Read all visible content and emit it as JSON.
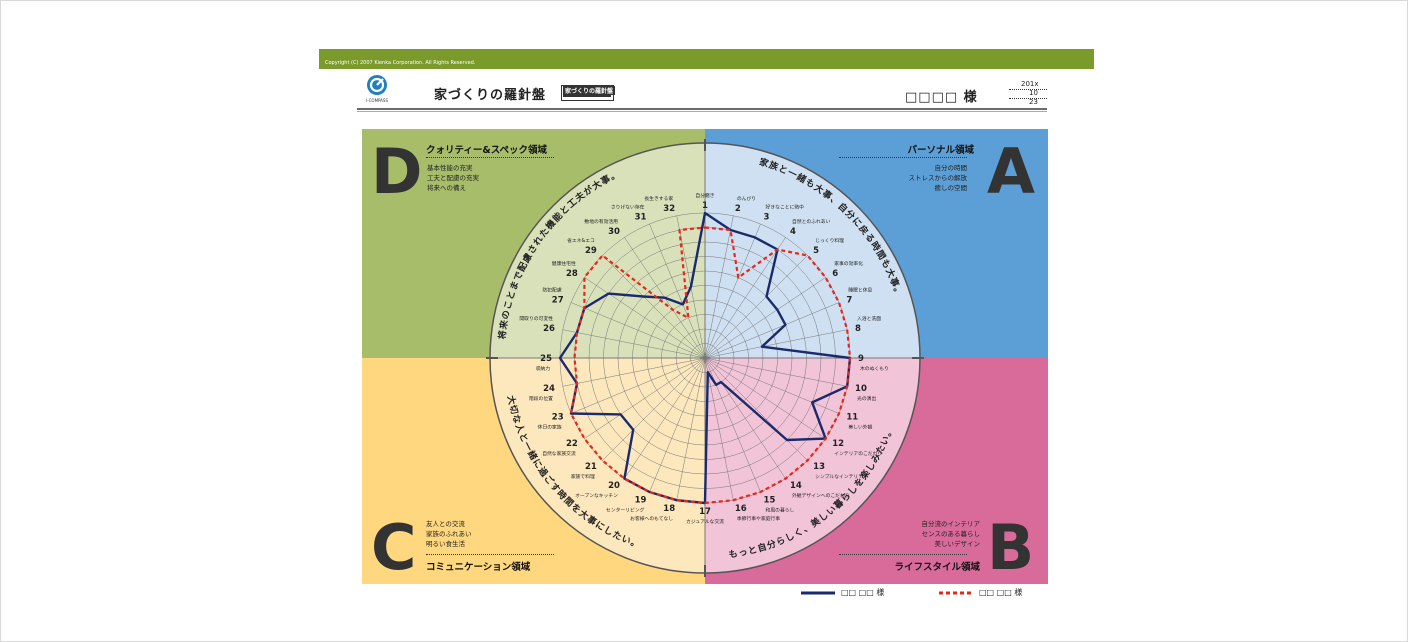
{
  "header": {
    "copyright": "Copyright (C) 2007 Kienka Corporation. All Rights Reserved.",
    "logo_text": "I-COMPASS",
    "title": "家づくりの羅針盤",
    "subtitle_top": "家づくりの羅針盤",
    "subtitle_bottom": "I-COMPASS",
    "customer": "□□□□ 様",
    "date_year": "201x",
    "date_month": "10",
    "date_day": "23"
  },
  "quadrants": {
    "A": {
      "letter": "A",
      "title": "パーソナル領域",
      "items": [
        "自分の時間",
        "ストレスからの解放",
        "癒しの空間"
      ],
      "color": "#5b9fd6",
      "inner": "#cfe0f2",
      "arc_text": "家族と一緒も大事、自分に戻る時間も大事。"
    },
    "B": {
      "letter": "B",
      "title": "ライフスタイル領域",
      "items": [
        "自分流のインテリア",
        "センスのある暮らし",
        "美しいデザイン"
      ],
      "color": "#d96b9b",
      "inner": "#f1c4d8",
      "arc_text": "もっと自分らしく、美しい暮らしを楽しみたい。"
    },
    "C": {
      "letter": "C",
      "title": "コミュニケーション領域",
      "items": [
        "友人との交流",
        "家族のふれあい",
        "明るい食生活"
      ],
      "color": "#ffd77e",
      "inner": "#fde7bd",
      "arc_text": "大切な人と一緒に過ごす時間を大事にしたい。"
    },
    "D": {
      "letter": "D",
      "title": "クォリティー&スペック領域",
      "items": [
        "基本性能の充実",
        "工夫と配慮の充実",
        "将来への備え"
      ],
      "color": "#a8bd6a",
      "inner": "#d9e1bb",
      "arc_text": "将来のことまで配慮された機能と工夫が大事。"
    }
  },
  "legend": {
    "series1_label": "□□ □□ 様",
    "series2_label": "□□ □□ 様"
  },
  "chart_data": {
    "type": "radar",
    "title": "家づくりの羅針盤",
    "rlim": [
      0,
      10
    ],
    "grid": true,
    "categories": [
      {
        "n": "1",
        "label": "自分磨き"
      },
      {
        "n": "2",
        "label": "のんびり"
      },
      {
        "n": "3",
        "label": "好きなことに熱中"
      },
      {
        "n": "4",
        "label": "自然とのふれあい"
      },
      {
        "n": "5",
        "label": "じっくり料理"
      },
      {
        "n": "6",
        "label": "家事の効率化"
      },
      {
        "n": "7",
        "label": "睡眠と休息"
      },
      {
        "n": "8",
        "label": "入浴と洗面"
      },
      {
        "n": "9",
        "label": "木のぬくもり"
      },
      {
        "n": "10",
        "label": "光の演出"
      },
      {
        "n": "11",
        "label": "美しい外観"
      },
      {
        "n": "12",
        "label": "インテリアのこだわり"
      },
      {
        "n": "13",
        "label": "シンプルなインテリア"
      },
      {
        "n": "14",
        "label": "外観デザインへのこだわり"
      },
      {
        "n": "15",
        "label": "和風の暮らし"
      },
      {
        "n": "16",
        "label": "季節行事や家庭行事"
      },
      {
        "n": "17",
        "label": "カジュアルな交流"
      },
      {
        "n": "18",
        "label": "お客様へのもてなし"
      },
      {
        "n": "19",
        "label": "センターリビング"
      },
      {
        "n": "20",
        "label": "オープンなキッチン"
      },
      {
        "n": "21",
        "label": "家族で料理"
      },
      {
        "n": "22",
        "label": "自然な家族交流"
      },
      {
        "n": "23",
        "label": "休日の家族"
      },
      {
        "n": "24",
        "label": "階段の位置"
      },
      {
        "n": "25",
        "label": "収納力"
      },
      {
        "n": "26",
        "label": "間取りの可変性"
      },
      {
        "n": "27",
        "label": "防犯配慮"
      },
      {
        "n": "28",
        "label": "健康住宅性"
      },
      {
        "n": "29",
        "label": "省エネ&エコ"
      },
      {
        "n": "30",
        "label": "敷地の有効活用"
      },
      {
        "n": "31",
        "label": "さりげない存在"
      },
      {
        "n": "32",
        "label": "長生きする家"
      }
    ],
    "series": [
      {
        "name": "□□ □□ 様",
        "color": "#1a2a6c",
        "style": "solid",
        "values": [
          10,
          9,
          9,
          9,
          6,
          6,
          6,
          4,
          10,
          10,
          8,
          10,
          8,
          2,
          2,
          1,
          10,
          10,
          10,
          10,
          7,
          7,
          10,
          9,
          10,
          9,
          9,
          8,
          6,
          5,
          4,
          5
        ]
      },
      {
        "name": "□□ □□ 様",
        "color": "#e8271c",
        "style": "dashed",
        "values": [
          9,
          9,
          6,
          9,
          10,
          10,
          10,
          10,
          10,
          10,
          10,
          10,
          10,
          10,
          10,
          10,
          10,
          10,
          10,
          10,
          10,
          10,
          10,
          9,
          9,
          9,
          9,
          10,
          10,
          4,
          3,
          9
        ]
      }
    ]
  }
}
